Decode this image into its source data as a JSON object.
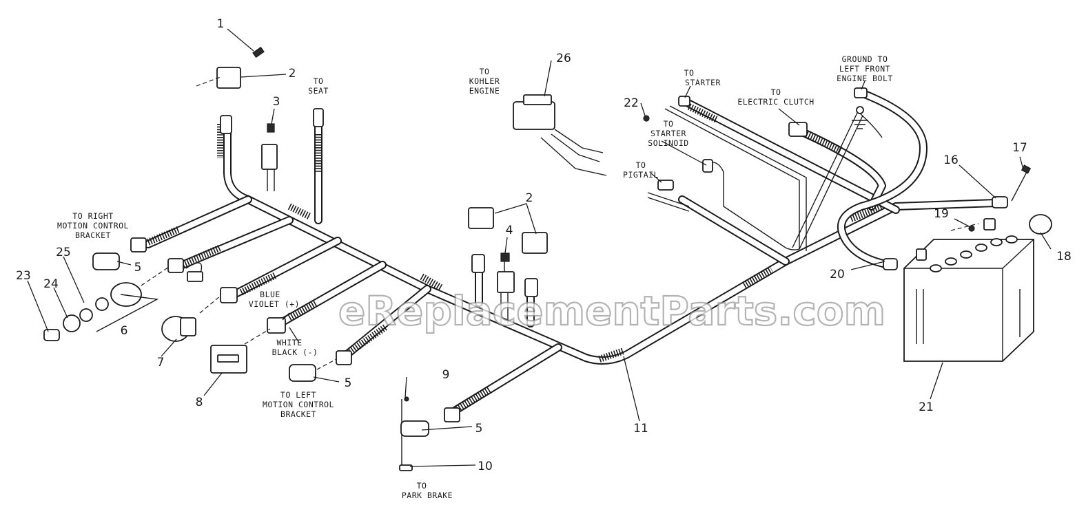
{
  "watermark": "eReplacementParts.com",
  "callouts": {
    "n1": "1",
    "n2a": "2",
    "n2b": "2",
    "n3": "3",
    "n4": "4",
    "n5a": "5",
    "n5b": "5",
    "n5c": "5",
    "n6": "6",
    "n7": "7",
    "n8": "8",
    "n9": "9",
    "n10": "10",
    "n11": "11",
    "n16": "16",
    "n17": "17",
    "n18": "18",
    "n19": "19",
    "n20": "20",
    "n21": "21",
    "n22": "22",
    "n23": "23",
    "n24": "24",
    "n25": "25",
    "n26": "26"
  },
  "notes": {
    "to_seat": [
      "TO",
      "SEAT"
    ],
    "to_kohler": [
      "TO",
      "KOHLER",
      "ENGINE"
    ],
    "to_starter": [
      "TO",
      "STARTER"
    ],
    "to_clutch": [
      "TO",
      "ELECTRIC CLUTCH"
    ],
    "ground": [
      "GROUND TO",
      "LEFT FRONT",
      "ENGINE BOLT"
    ],
    "to_solenoid": [
      "TO",
      "STARTER",
      "SOLINOID"
    ],
    "to_pigtail": [
      "TO",
      "PIGTAIL"
    ],
    "right_bracket": [
      "TO RIGHT",
      "MOTION CONTROL",
      "BRACKET"
    ],
    "left_bracket": [
      "TO LEFT",
      "MOTION CONTROL",
      "BRACKET"
    ],
    "blue_violet": [
      "BLUE",
      "VIOLET (+)"
    ],
    "white_black": [
      "WHITE",
      "BLACK (-)"
    ],
    "park_brake": [
      "TO",
      "PARK BRAKE"
    ]
  }
}
